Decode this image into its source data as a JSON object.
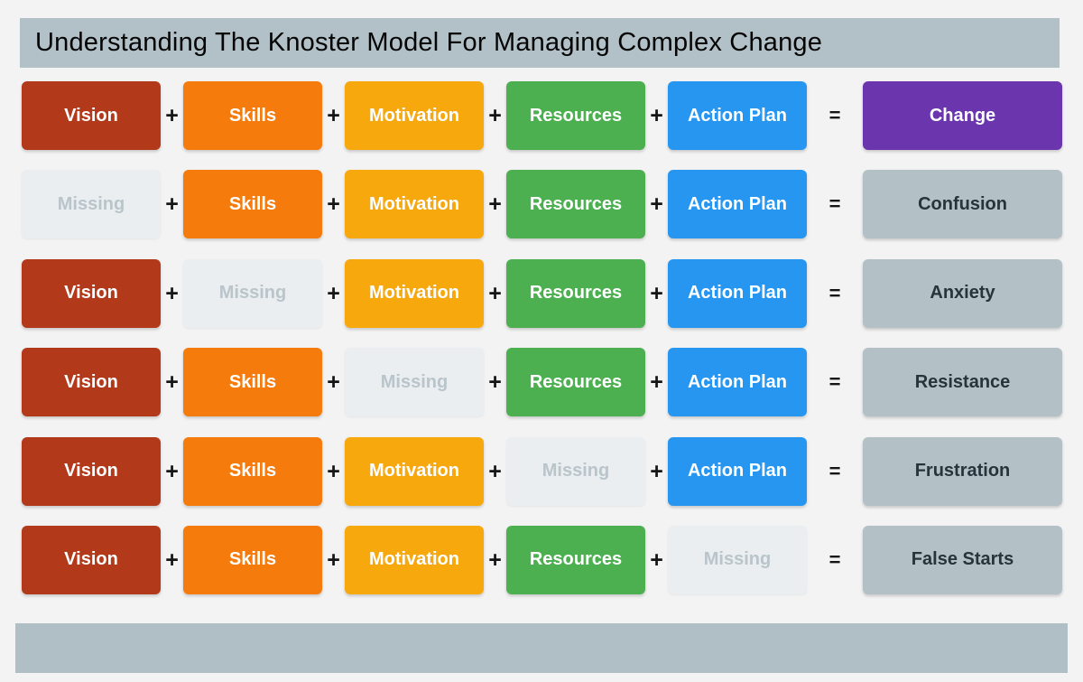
{
  "title": "Understanding The Knoster Model For Managing Complex Change",
  "operators": {
    "plus": "+",
    "equals": "="
  },
  "colors": {
    "page_background": "#f3f3f3",
    "title_bar_background": "#b2c0c7",
    "title_text": "#050505",
    "footer_bar_background": "#b0bec5",
    "operator_text": "#151515",
    "vision": "#b23a1b",
    "skills": "#f57b0c",
    "motivation": "#f7a80d",
    "resources": "#4caf50",
    "action_plan": "#2696f0",
    "change": "#6a35ad",
    "missing_background": "#eaeef0",
    "missing_text": "#b9c5cb",
    "result_background": "#b3c1c6",
    "result_text": "#28333c",
    "component_text": "#ffffff"
  },
  "rows": [
    {
      "cells": [
        {
          "label": "Vision",
          "type": "vision"
        },
        {
          "label": "Skills",
          "type": "skills"
        },
        {
          "label": "Motivation",
          "type": "motivation"
        },
        {
          "label": "Resources",
          "type": "resources"
        },
        {
          "label": "Action Plan",
          "type": "action-plan"
        }
      ],
      "result": {
        "label": "Change",
        "type": "change"
      }
    },
    {
      "cells": [
        {
          "label": "Missing",
          "type": "missing"
        },
        {
          "label": "Skills",
          "type": "skills"
        },
        {
          "label": "Motivation",
          "type": "motivation"
        },
        {
          "label": "Resources",
          "type": "resources"
        },
        {
          "label": "Action Plan",
          "type": "action-plan"
        }
      ],
      "result": {
        "label": "Confusion",
        "type": "negative"
      }
    },
    {
      "cells": [
        {
          "label": "Vision",
          "type": "vision"
        },
        {
          "label": "Missing",
          "type": "missing"
        },
        {
          "label": "Motivation",
          "type": "motivation"
        },
        {
          "label": "Resources",
          "type": "resources"
        },
        {
          "label": "Action Plan",
          "type": "action-plan"
        }
      ],
      "result": {
        "label": "Anxiety",
        "type": "negative"
      }
    },
    {
      "cells": [
        {
          "label": "Vision",
          "type": "vision"
        },
        {
          "label": "Skills",
          "type": "skills"
        },
        {
          "label": "Missing",
          "type": "missing"
        },
        {
          "label": "Resources",
          "type": "resources"
        },
        {
          "label": "Action Plan",
          "type": "action-plan"
        }
      ],
      "result": {
        "label": "Resistance",
        "type": "negative"
      }
    },
    {
      "cells": [
        {
          "label": "Vision",
          "type": "vision"
        },
        {
          "label": "Skills",
          "type": "skills"
        },
        {
          "label": "Motivation",
          "type": "motivation"
        },
        {
          "label": "Missing",
          "type": "missing"
        },
        {
          "label": "Action Plan",
          "type": "action-plan"
        }
      ],
      "result": {
        "label": "Frustration",
        "type": "negative"
      }
    },
    {
      "cells": [
        {
          "label": "Vision",
          "type": "vision"
        },
        {
          "label": "Skills",
          "type": "skills"
        },
        {
          "label": "Motivation",
          "type": "motivation"
        },
        {
          "label": "Resources",
          "type": "resources"
        },
        {
          "label": "Missing",
          "type": "missing"
        }
      ],
      "result": {
        "label": "False Starts",
        "type": "negative"
      }
    }
  ]
}
